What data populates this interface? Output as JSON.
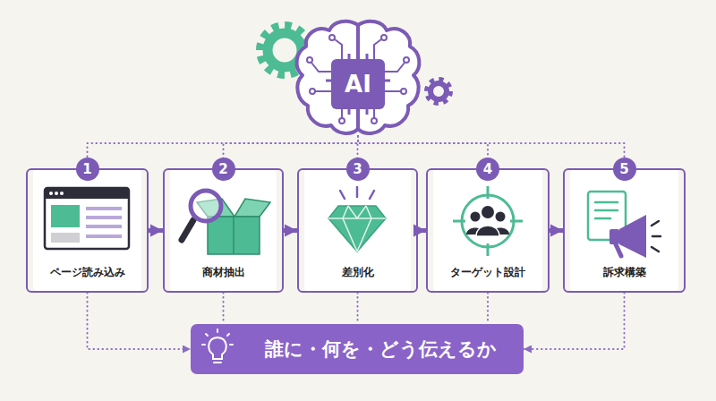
{
  "diagram": {
    "nodes": [
      {
        "text": [
          "AI"
        ]
      },
      {
        "text": [
          "1",
          "ページ読み込み"
        ]
      },
      {
        "text": [
          "2",
          "商材抽出"
        ]
      },
      {
        "text": [
          "3",
          "差別化"
        ]
      },
      {
        "text": [
          "4",
          "ターゲット設計"
        ]
      },
      {
        "text": [
          "5",
          "訴求構築"
        ]
      },
      {
        "text": [
          "誰に・何を・どう伝えるか"
        ]
      }
    ],
    "edges": [
      {
        "from": 1,
        "to": 2,
        "arrow": "to"
      },
      {
        "from": 2,
        "to": 3,
        "arrow": "to"
      },
      {
        "from": 3,
        "to": 4,
        "arrow": "to"
      },
      {
        "from": 4,
        "to": 5,
        "arrow": "to"
      },
      {
        "from": 0,
        "to": 1,
        "arrow": "none"
      },
      {
        "from": 0,
        "to": 2,
        "arrow": "none"
      },
      {
        "from": 0,
        "to": 3,
        "arrow": "none"
      },
      {
        "from": 0,
        "to": 4,
        "arrow": "none"
      },
      {
        "from": 0,
        "to": 5,
        "arrow": "none"
      },
      {
        "from": 1,
        "to": 6,
        "arrow": "to"
      },
      {
        "from": 2,
        "to": 6,
        "arrow": "none"
      },
      {
        "from": 3,
        "to": 6,
        "arrow": "none"
      },
      {
        "from": 4,
        "to": 6,
        "arrow": "none"
      },
      {
        "from": 5,
        "to": 6,
        "arrow": "to"
      }
    ]
  }
}
